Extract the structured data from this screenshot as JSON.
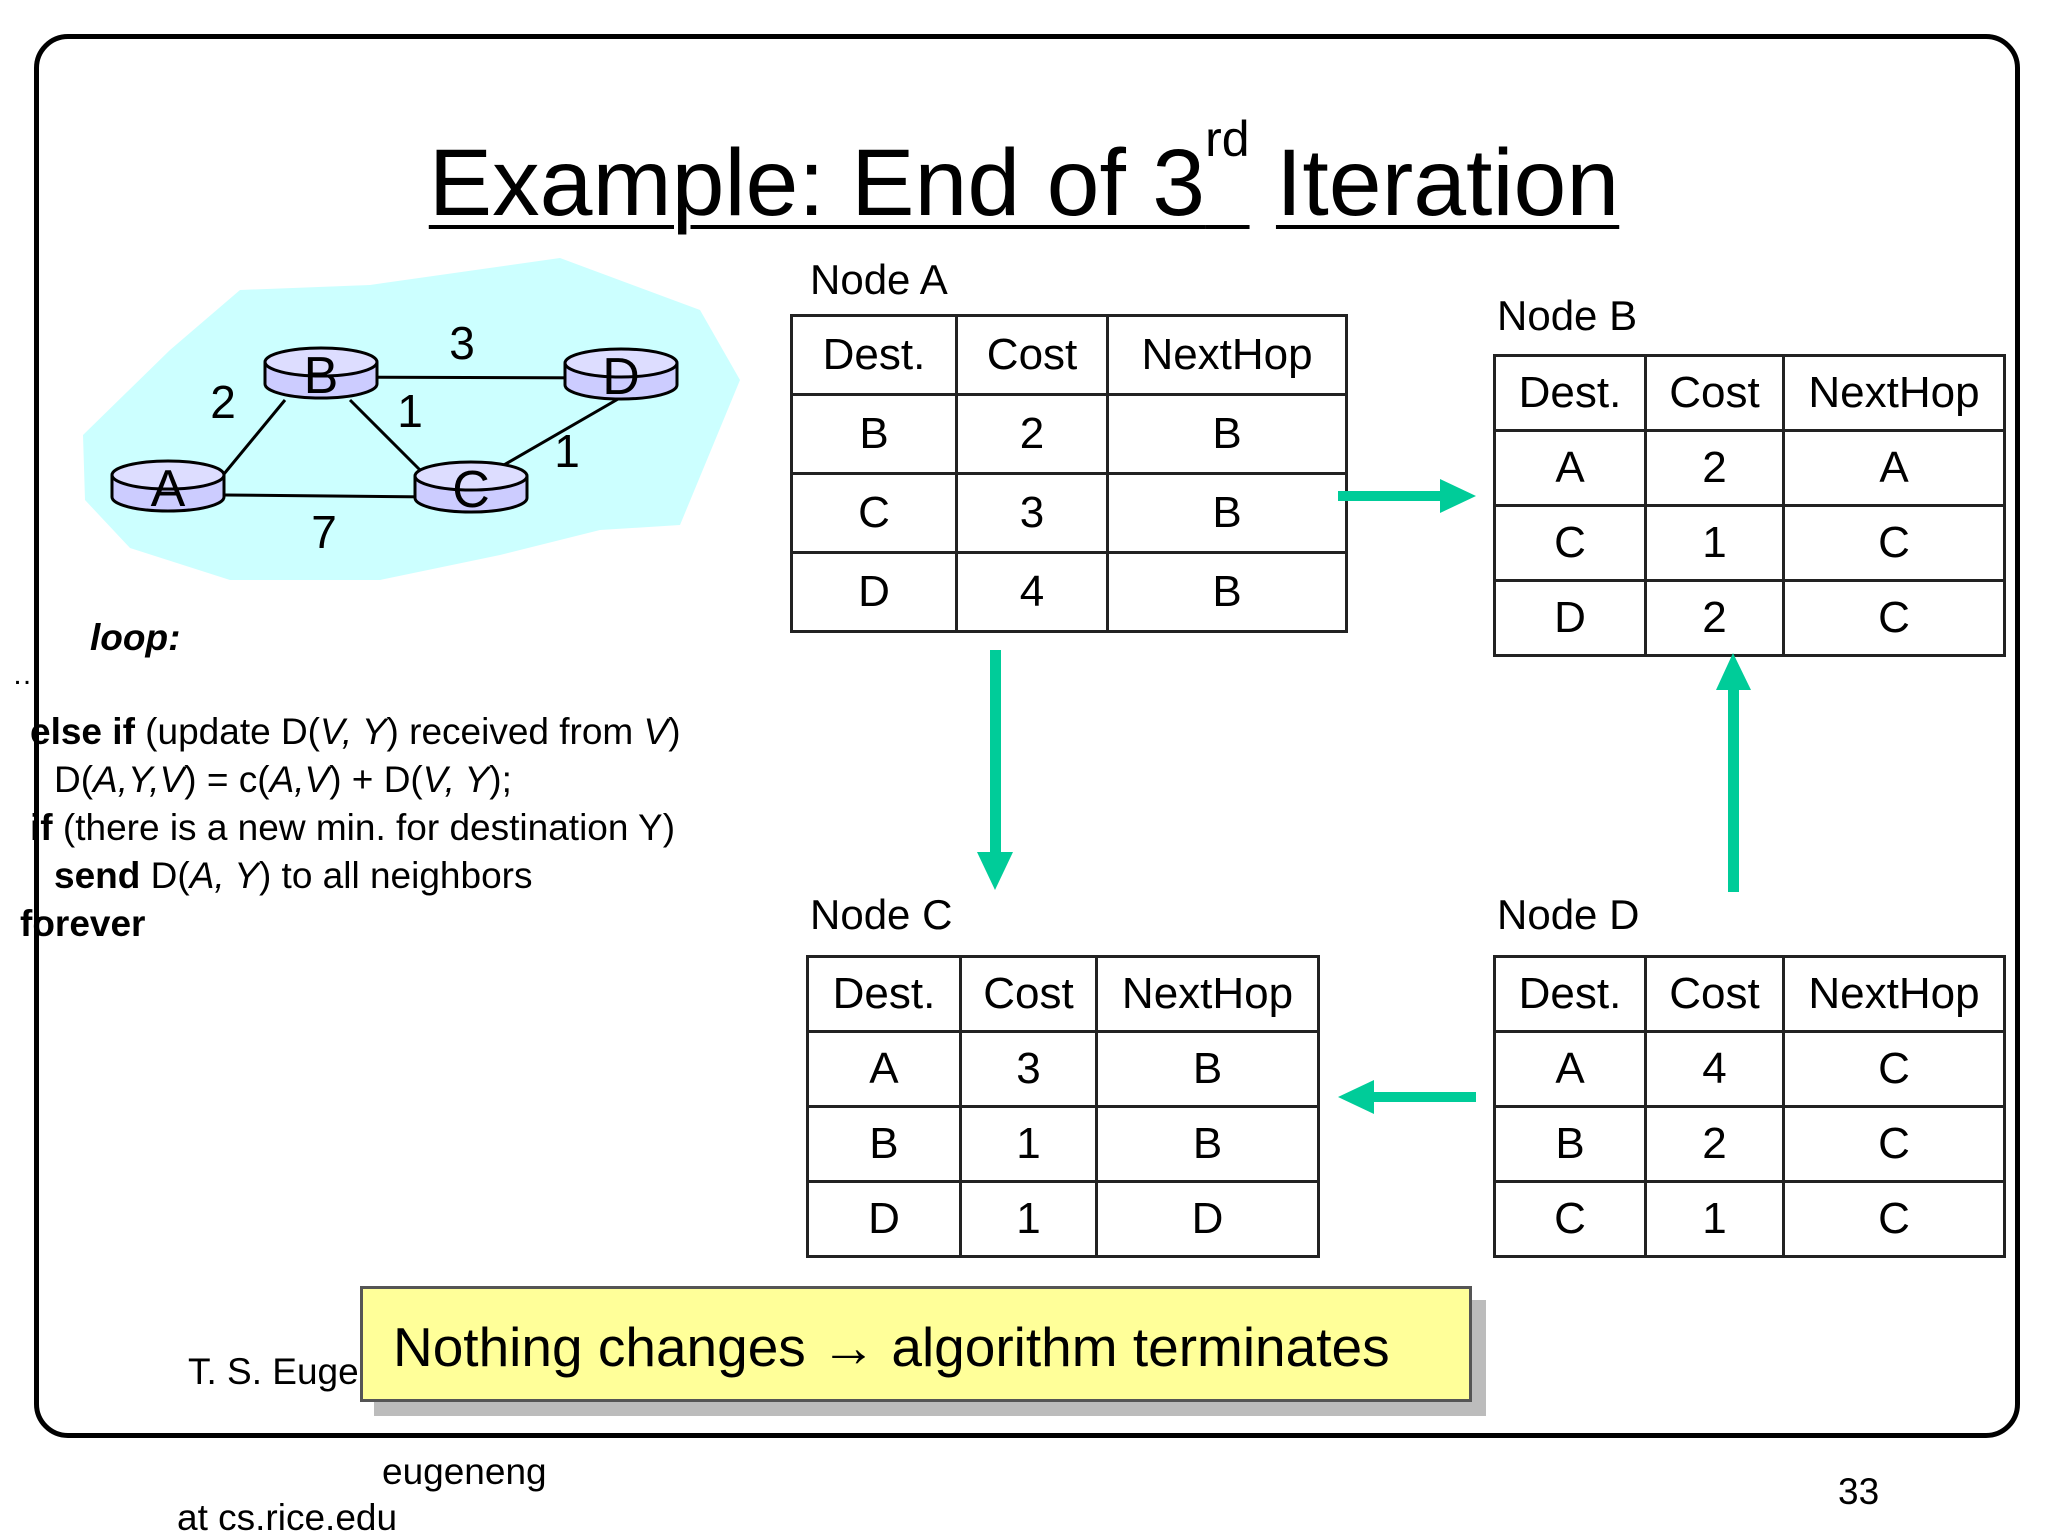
{
  "title": {
    "main": "Example: End of 3",
    "sup": "rd",
    "tail": "Iteration"
  },
  "graph": {
    "nodes": [
      "A",
      "B",
      "C",
      "D"
    ],
    "edges": [
      {
        "from": "B",
        "to": "D",
        "cost": "3"
      },
      {
        "from": "A",
        "to": "B",
        "cost": "2"
      },
      {
        "from": "B",
        "to": "C",
        "cost": "1"
      },
      {
        "from": "C",
        "to": "D",
        "cost": "1"
      },
      {
        "from": "A",
        "to": "C",
        "cost": "7"
      }
    ],
    "colors": {
      "region": "#ccffff",
      "router": "#ccccff",
      "router_top": "#ddddff"
    }
  },
  "tables": {
    "headers": [
      "Dest.",
      "Cost",
      "NextHop"
    ],
    "nodeA": {
      "label": "Node A",
      "rows": [
        [
          "B",
          "2",
          "B"
        ],
        [
          "C",
          "3",
          "B"
        ],
        [
          "D",
          "4",
          "B"
        ]
      ]
    },
    "nodeB": {
      "label": "Node B",
      "rows": [
        [
          "A",
          "2",
          "A"
        ],
        [
          "C",
          "1",
          "C"
        ],
        [
          "D",
          "2",
          "C"
        ]
      ]
    },
    "nodeC": {
      "label": "Node C",
      "rows": [
        [
          "A",
          "3",
          "B"
        ],
        [
          "B",
          "1",
          "B"
        ],
        [
          "D",
          "1",
          "D"
        ]
      ]
    },
    "nodeD": {
      "label": "Node D",
      "rows": [
        [
          "A",
          "4",
          "C"
        ],
        [
          "B",
          "2",
          "C"
        ],
        [
          "C",
          "1",
          "C"
        ]
      ]
    }
  },
  "arrow_color": "#00cc99",
  "pseudocode": {
    "loop": "loop:",
    "ellipsis": "…",
    "line1_kw": "else if",
    "line1_a": " (update D(",
    "line1_v": "V, Y",
    "line1_b": ") received from ",
    "line1_v2": "V",
    "line1_c": ")",
    "line2_a": "D(",
    "line2_i1": "A,Y,V",
    "line2_b": ") = c(",
    "line2_i2": "A,V",
    "line2_c": ") + D(",
    "line2_i3": "V, Y",
    "line2_d": ");",
    "line3_kw": "if",
    "line3_a": " (there is a new min. for destination Y)",
    "line4_kw": "send",
    "line4_a": " D(",
    "line4_i": "A, Y",
    "line4_b": ") to all neighbors",
    "forever": "forever"
  },
  "callout": "Nothing changes → algorithm terminates",
  "footer": {
    "author": "T. S. Euge",
    "email_user": "eugeneng",
    "email_domain": "at cs.rice.edu",
    "page": "33"
  }
}
